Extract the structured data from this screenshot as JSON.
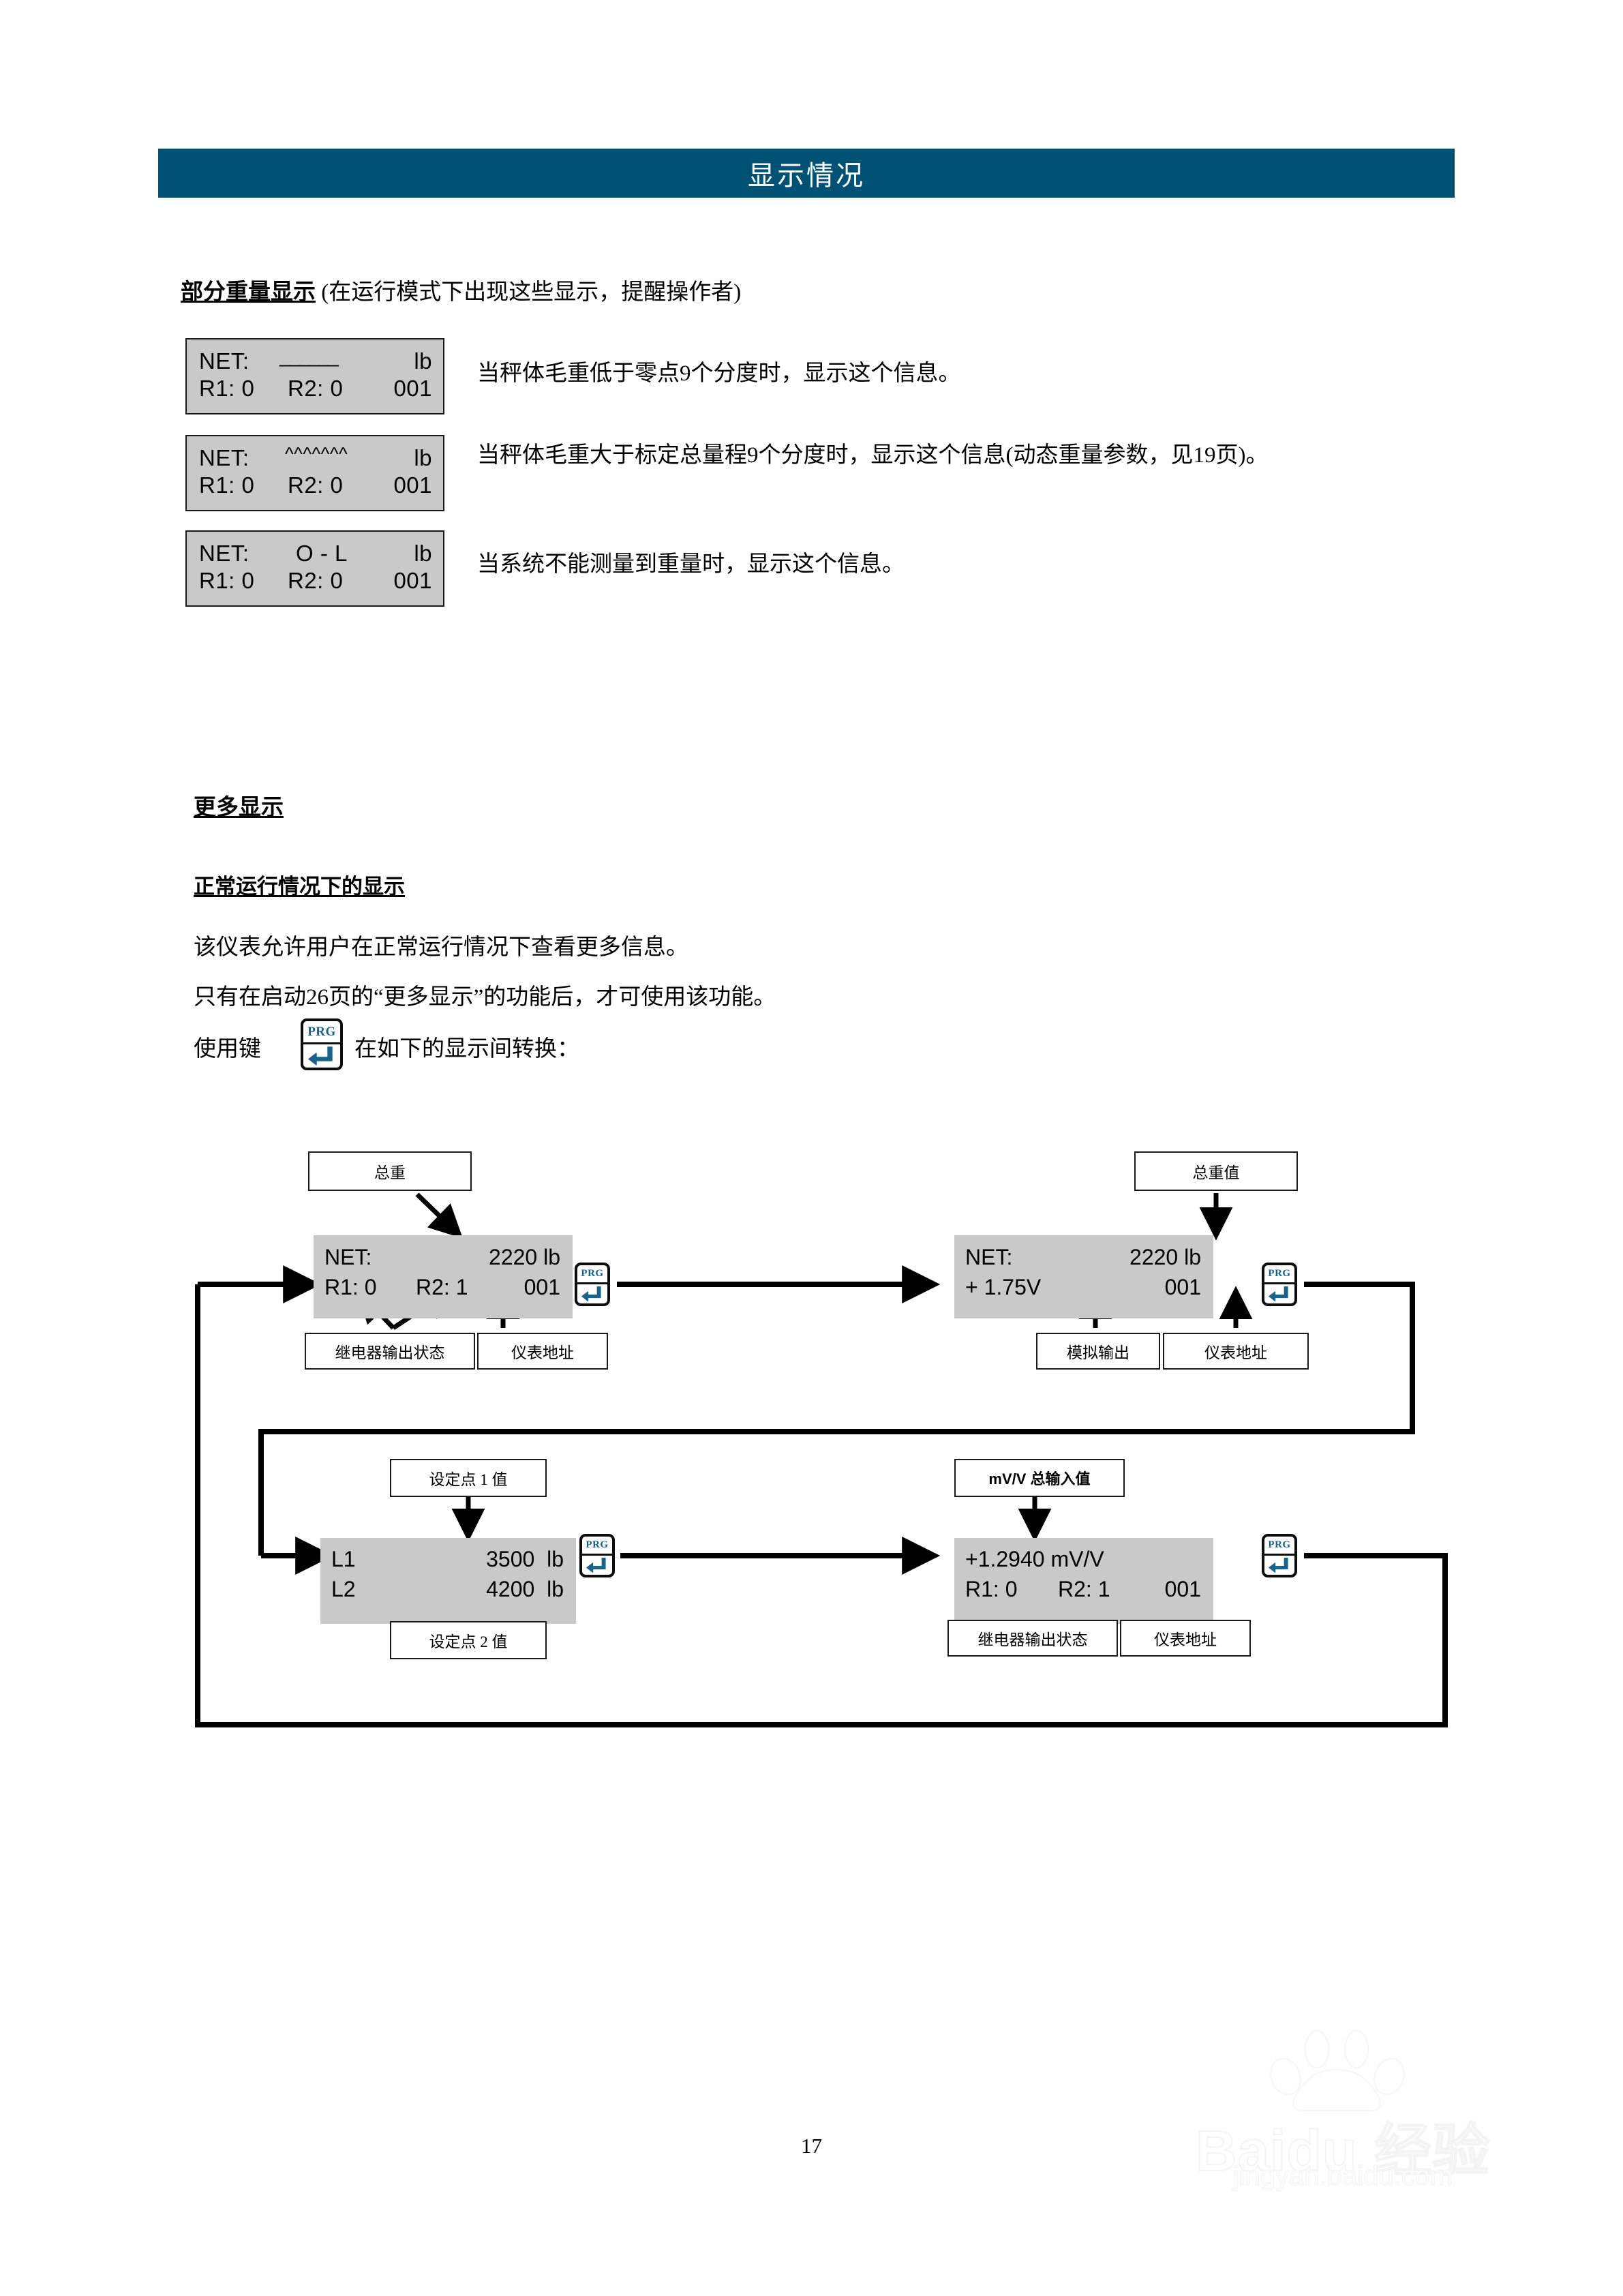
{
  "header": {
    "title": "显示情况"
  },
  "section1": {
    "heading": "部分重量显示",
    "heading_rest": " (在运行模式下出现这些显示，提醒操作者)",
    "examples": [
      {
        "lcd": {
          "line1_left": "NET:",
          "line1_mid": "______",
          "line1_right": "lb",
          "line2_left": "R1: 0",
          "line2_mid": "R2: 0",
          "line2_right": "001"
        },
        "description": "当秤体毛重低于零点9个分度时，显示这个信息。"
      },
      {
        "lcd": {
          "line1_left": "NET:",
          "line1_mid": "^^^^^^^",
          "line1_right": "lb",
          "line2_left": "R1: 0",
          "line2_mid": "R2: 0",
          "line2_right": "001"
        },
        "description": "当秤体毛重大于标定总量程9个分度时，显示这个信息(动态重量参数，见19页)。"
      },
      {
        "lcd": {
          "line1_left": "NET:",
          "line1_mid": "O - L",
          "line1_right": "lb",
          "line2_left": "R1: 0",
          "line2_mid": "R2: 0",
          "line2_right": "001"
        },
        "description": "当系统不能测量到重量时，显示这个信息。"
      }
    ]
  },
  "section2": {
    "heading": "更多显示",
    "subheading": "正常运行情况下的显示",
    "para1": "该仪表允许用户在正常运行情况下查看更多信息。",
    "para2": "只有在启动26页的“更多显示”的功能后，才可使用该功能。",
    "para3_before": "使用键",
    "para3_after": "在如下的显示间转换：",
    "prg_key_label": "PRG"
  },
  "flow": {
    "nodes": [
      {
        "id": "node1",
        "top_label": "总重",
        "lcd": {
          "line1_left": "NET:",
          "line1_right": "2220 lb",
          "line2_left": "R1: 0",
          "line2_mid": "R2: 1",
          "line2_right": "001"
        },
        "bottom_labels": [
          "继电器输出状态",
          "仪表地址"
        ],
        "prg_label": "PRG"
      },
      {
        "id": "node2",
        "top_label": "总重值",
        "lcd": {
          "line1_left": "NET:",
          "line1_right": "2220 lb",
          "line2_left": "+ 1.75V",
          "line2_right": "001"
        },
        "bottom_labels": [
          "模拟输出",
          "仪表地址"
        ],
        "prg_label": "PRG"
      },
      {
        "id": "node3",
        "top_label": "设定点 1 值",
        "lcd": {
          "line1_left": "L1",
          "line1_right": "3500  lb",
          "line2_left": "L2",
          "line2_right": "4200  lb"
        },
        "bottom_labels": [
          "设定点 2 值"
        ],
        "prg_label": "PRG"
      },
      {
        "id": "node4",
        "top_label": "mV/V 总输入值",
        "lcd": {
          "line1_left": "+1.2940 mV/V",
          "line2_left": "R1: 0",
          "line2_mid": "R2: 1",
          "line2_right": "001"
        },
        "bottom_labels": [
          "继电器输出状态",
          "仪表地址"
        ],
        "prg_label": "PRG"
      }
    ]
  },
  "footer": {
    "page_number": "17",
    "watermark_text": "Baidu 经验",
    "watermark_url": "jingyan.baidu.com"
  },
  "colors": {
    "header_bg": "#005275",
    "lcd_bg": "#c9c9c9",
    "prg_accent": "#16638c"
  }
}
